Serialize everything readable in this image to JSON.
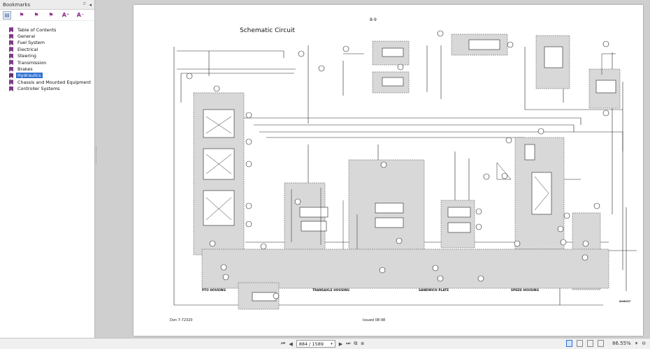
{
  "sidebar": {
    "title": "Bookmarks",
    "pin_icon": "pin-icon",
    "collapse_icon": "collapse-left-icon",
    "toolbar": [
      "bookmark-options-icon",
      "bookmark-icon",
      "add-bookmark-icon",
      "delete-bookmark-icon",
      "text-larger-icon",
      "text-smaller-icon"
    ],
    "toolbar_glyphs": [
      "▤",
      "⚑",
      "⚑",
      "⚑",
      "A⁺",
      "A⁻"
    ],
    "items": [
      {
        "label": "Table of Contents"
      },
      {
        "label": "General"
      },
      {
        "label": "Fuel System"
      },
      {
        "label": "Electrical"
      },
      {
        "label": "Steering"
      },
      {
        "label": "Transmission"
      },
      {
        "label": "Brakes"
      },
      {
        "label": "Hydraulics",
        "selected": true
      },
      {
        "label": "Chassis and Mounted Equipment"
      },
      {
        "label": "Controller Systems"
      }
    ]
  },
  "page": {
    "number": "8-9",
    "title": "Schematic Circuit",
    "footer_left": "Don 7-72320",
    "footer_mid": "Issued 08-98",
    "code": "D96037",
    "regions": {
      "pto": "PTO HOUSING",
      "transaxle": "TRANSAXLE HOUSING",
      "sandwich": "SANDWICH PLATE",
      "speed": "SPEED HOUSING"
    }
  },
  "statusbar": {
    "page_value": "884 / 1589",
    "zoom": "86.55%",
    "nav_glyphs": [
      "⏮",
      "◀",
      "▶",
      "⏭"
    ],
    "zoom_minus": "⊖",
    "zoom_dropdown": "▾"
  },
  "colors": {
    "selection": "#2f6fd0",
    "bookmark": "#7d3b86"
  }
}
